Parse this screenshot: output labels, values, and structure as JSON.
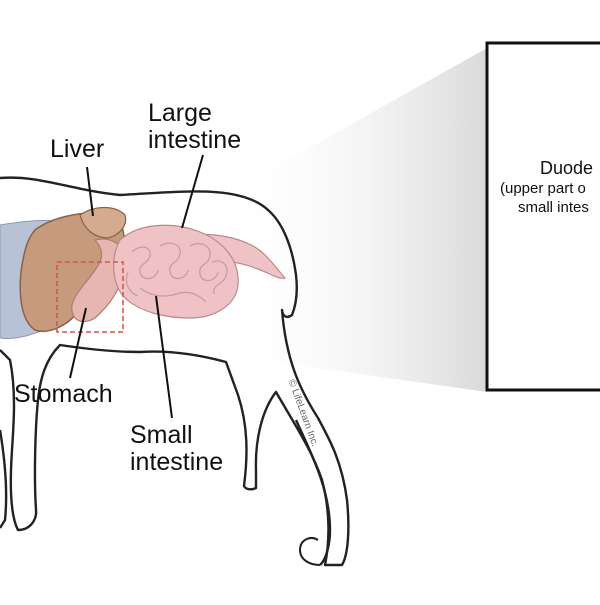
{
  "labels": {
    "liver": "Liver",
    "large_intestine": [
      "Large",
      "intestine"
    ],
    "stomach": "Stomach",
    "small_intestine": [
      "Small",
      "intestine"
    ]
  },
  "inset": {
    "title": "Duode",
    "subtitle_lines": [
      "(upper part o",
      "small intes"
    ]
  },
  "copyright": "© LifeLearn Inc.",
  "colors": {
    "outline": "#222222",
    "liver": "#c69a7c",
    "stomach": "#e6b7b0",
    "intestine": "#efc3c6",
    "lung": "#b8c2d6",
    "highlight_box": "#d9534f"
  }
}
